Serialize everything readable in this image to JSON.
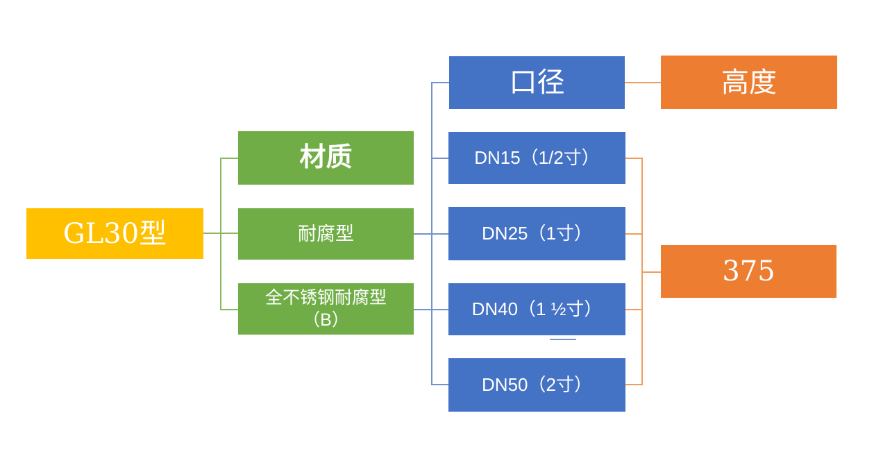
{
  "colors": {
    "yellow": "#FFC000",
    "green": "#70AD47",
    "blue": "#4472C4",
    "orange": "#ED7D31",
    "green_line": "#86B95F",
    "blue_line": "#7292CF",
    "orange_line": "#F09C5E"
  },
  "nodes": {
    "root": "GL30型",
    "material_header": "材质",
    "material_item1": "耐腐型",
    "material_item2_line1": "全不锈钢耐腐型",
    "material_item2_line2": "（B）",
    "diameter_header": "口径",
    "diameter_items": [
      "DN15（1/2寸）",
      "DN25（1寸）",
      "DN40（1 ½寸）",
      "DN50（2寸）"
    ],
    "height_header": "高度",
    "height_value": "375"
  }
}
